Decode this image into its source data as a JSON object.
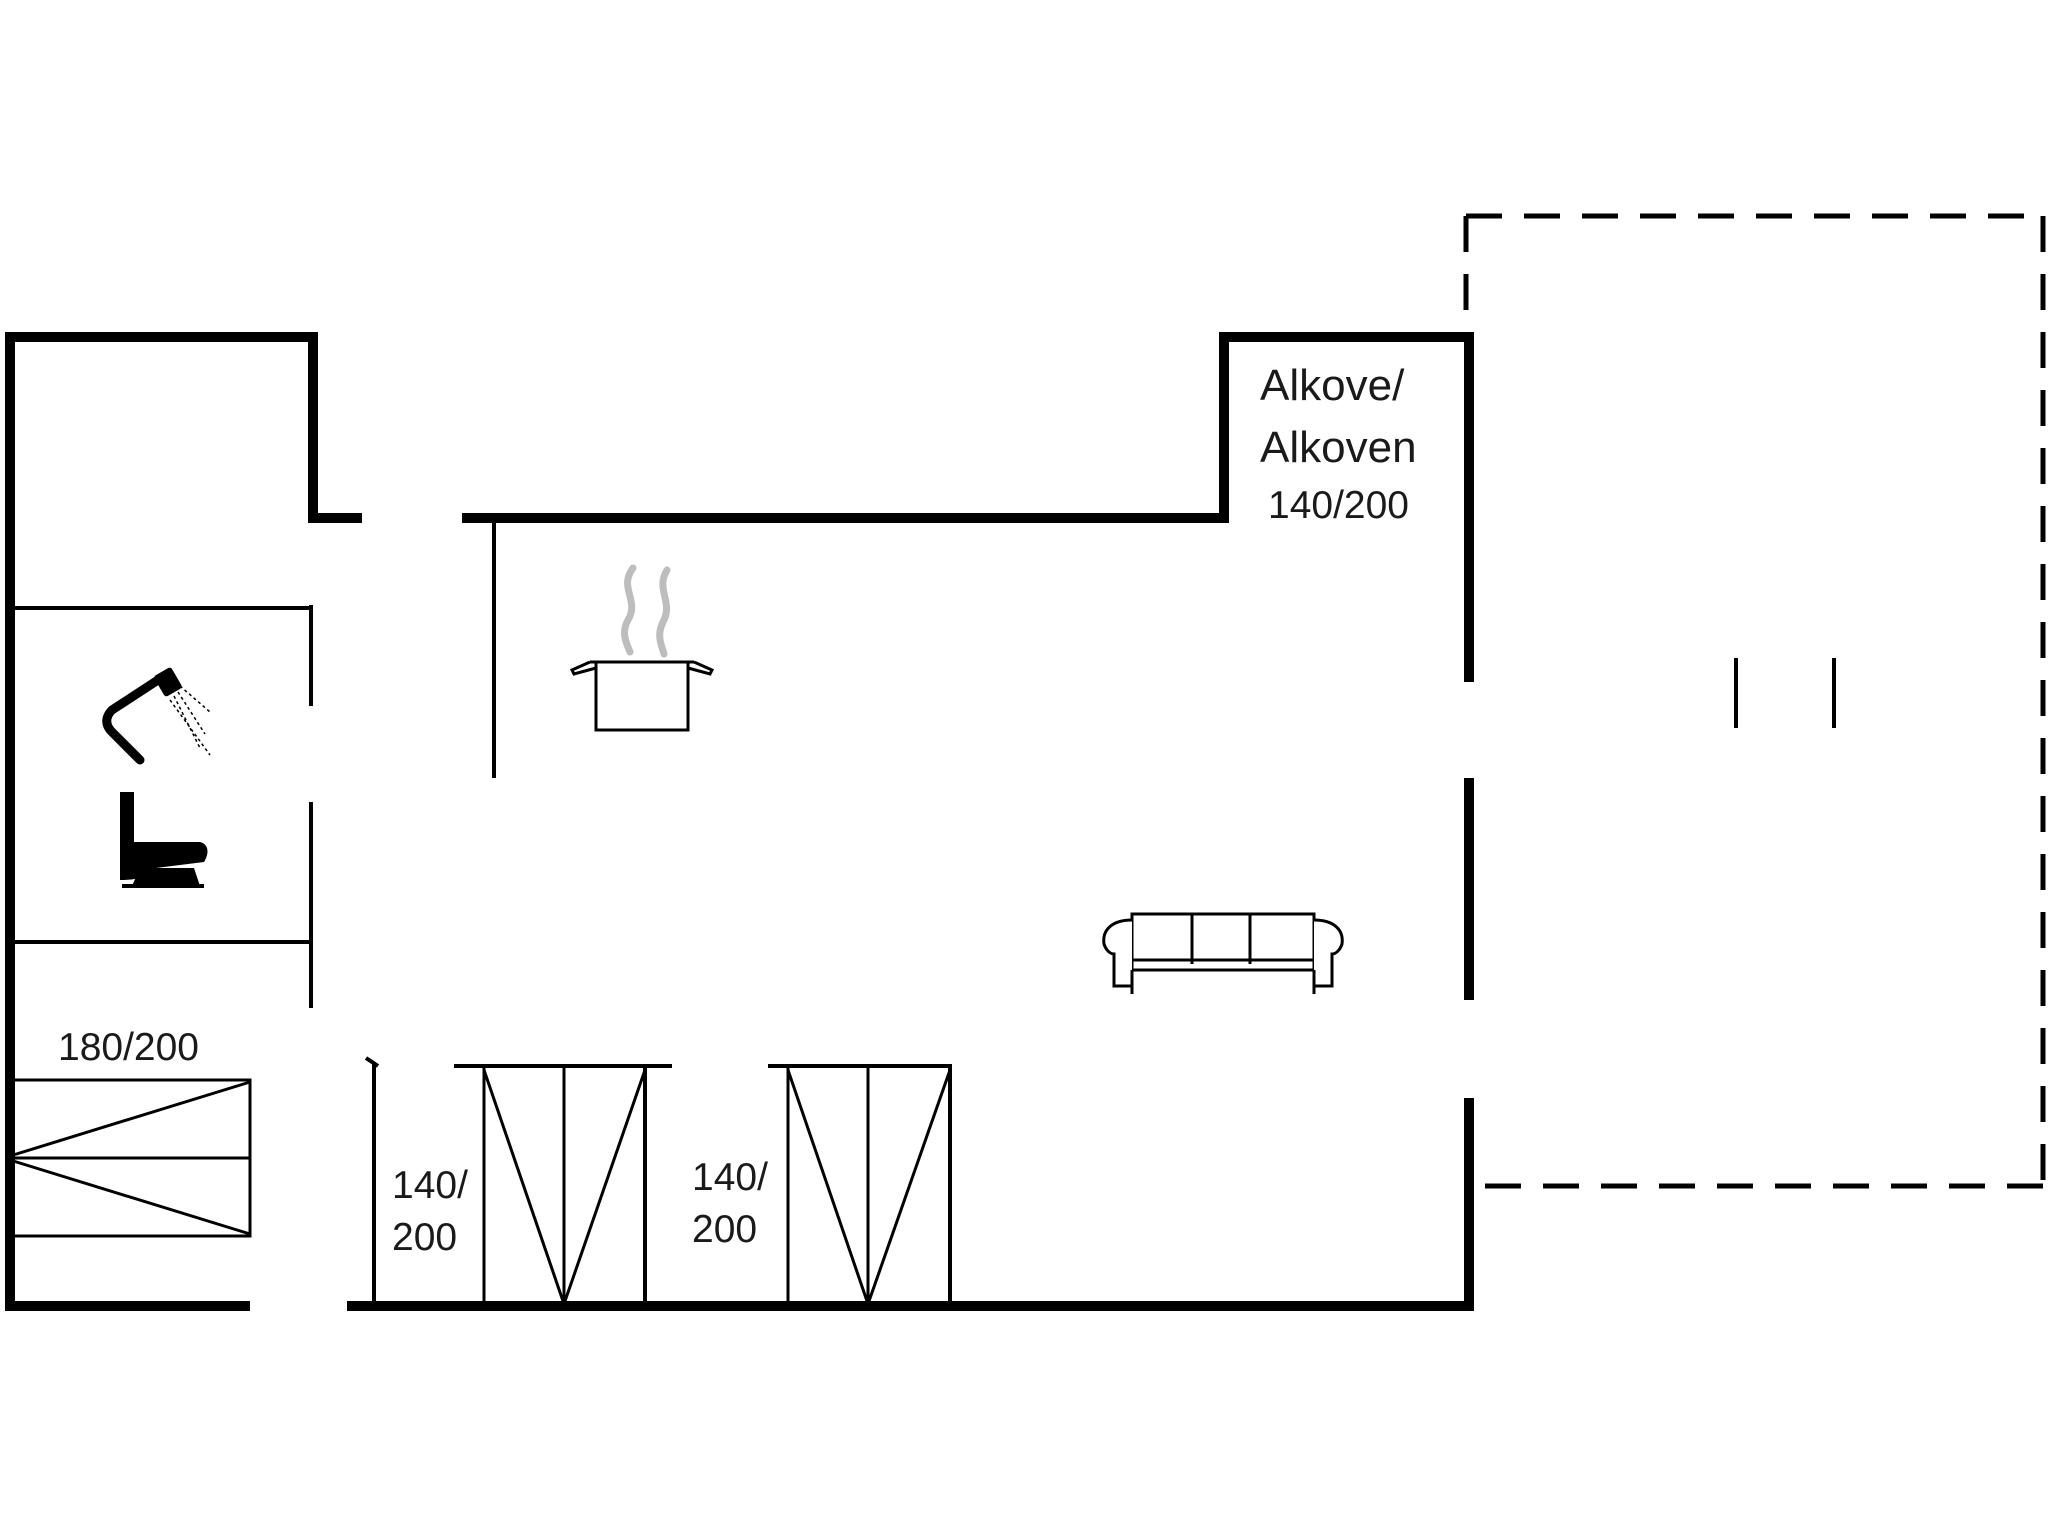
{
  "labels": {
    "alcove_line1": "Alkove/",
    "alcove_line2": "Alkoven",
    "alcove_bed": "140/200",
    "bedroom1_bed": "180/200",
    "bedroom2_bed_line1": "140/",
    "bedroom2_bed_line2": "200",
    "bedroom3_bed_line1": "140/",
    "bedroom3_bed_line2": "200"
  },
  "icons": {
    "kitchen": "cooking-pot-icon",
    "shower": "shower-icon",
    "toilet": "toilet-icon",
    "living": "sofa-icon"
  },
  "colors": {
    "line": "#000000",
    "steam": "#bdbdbd",
    "background": "#ffffff"
  }
}
